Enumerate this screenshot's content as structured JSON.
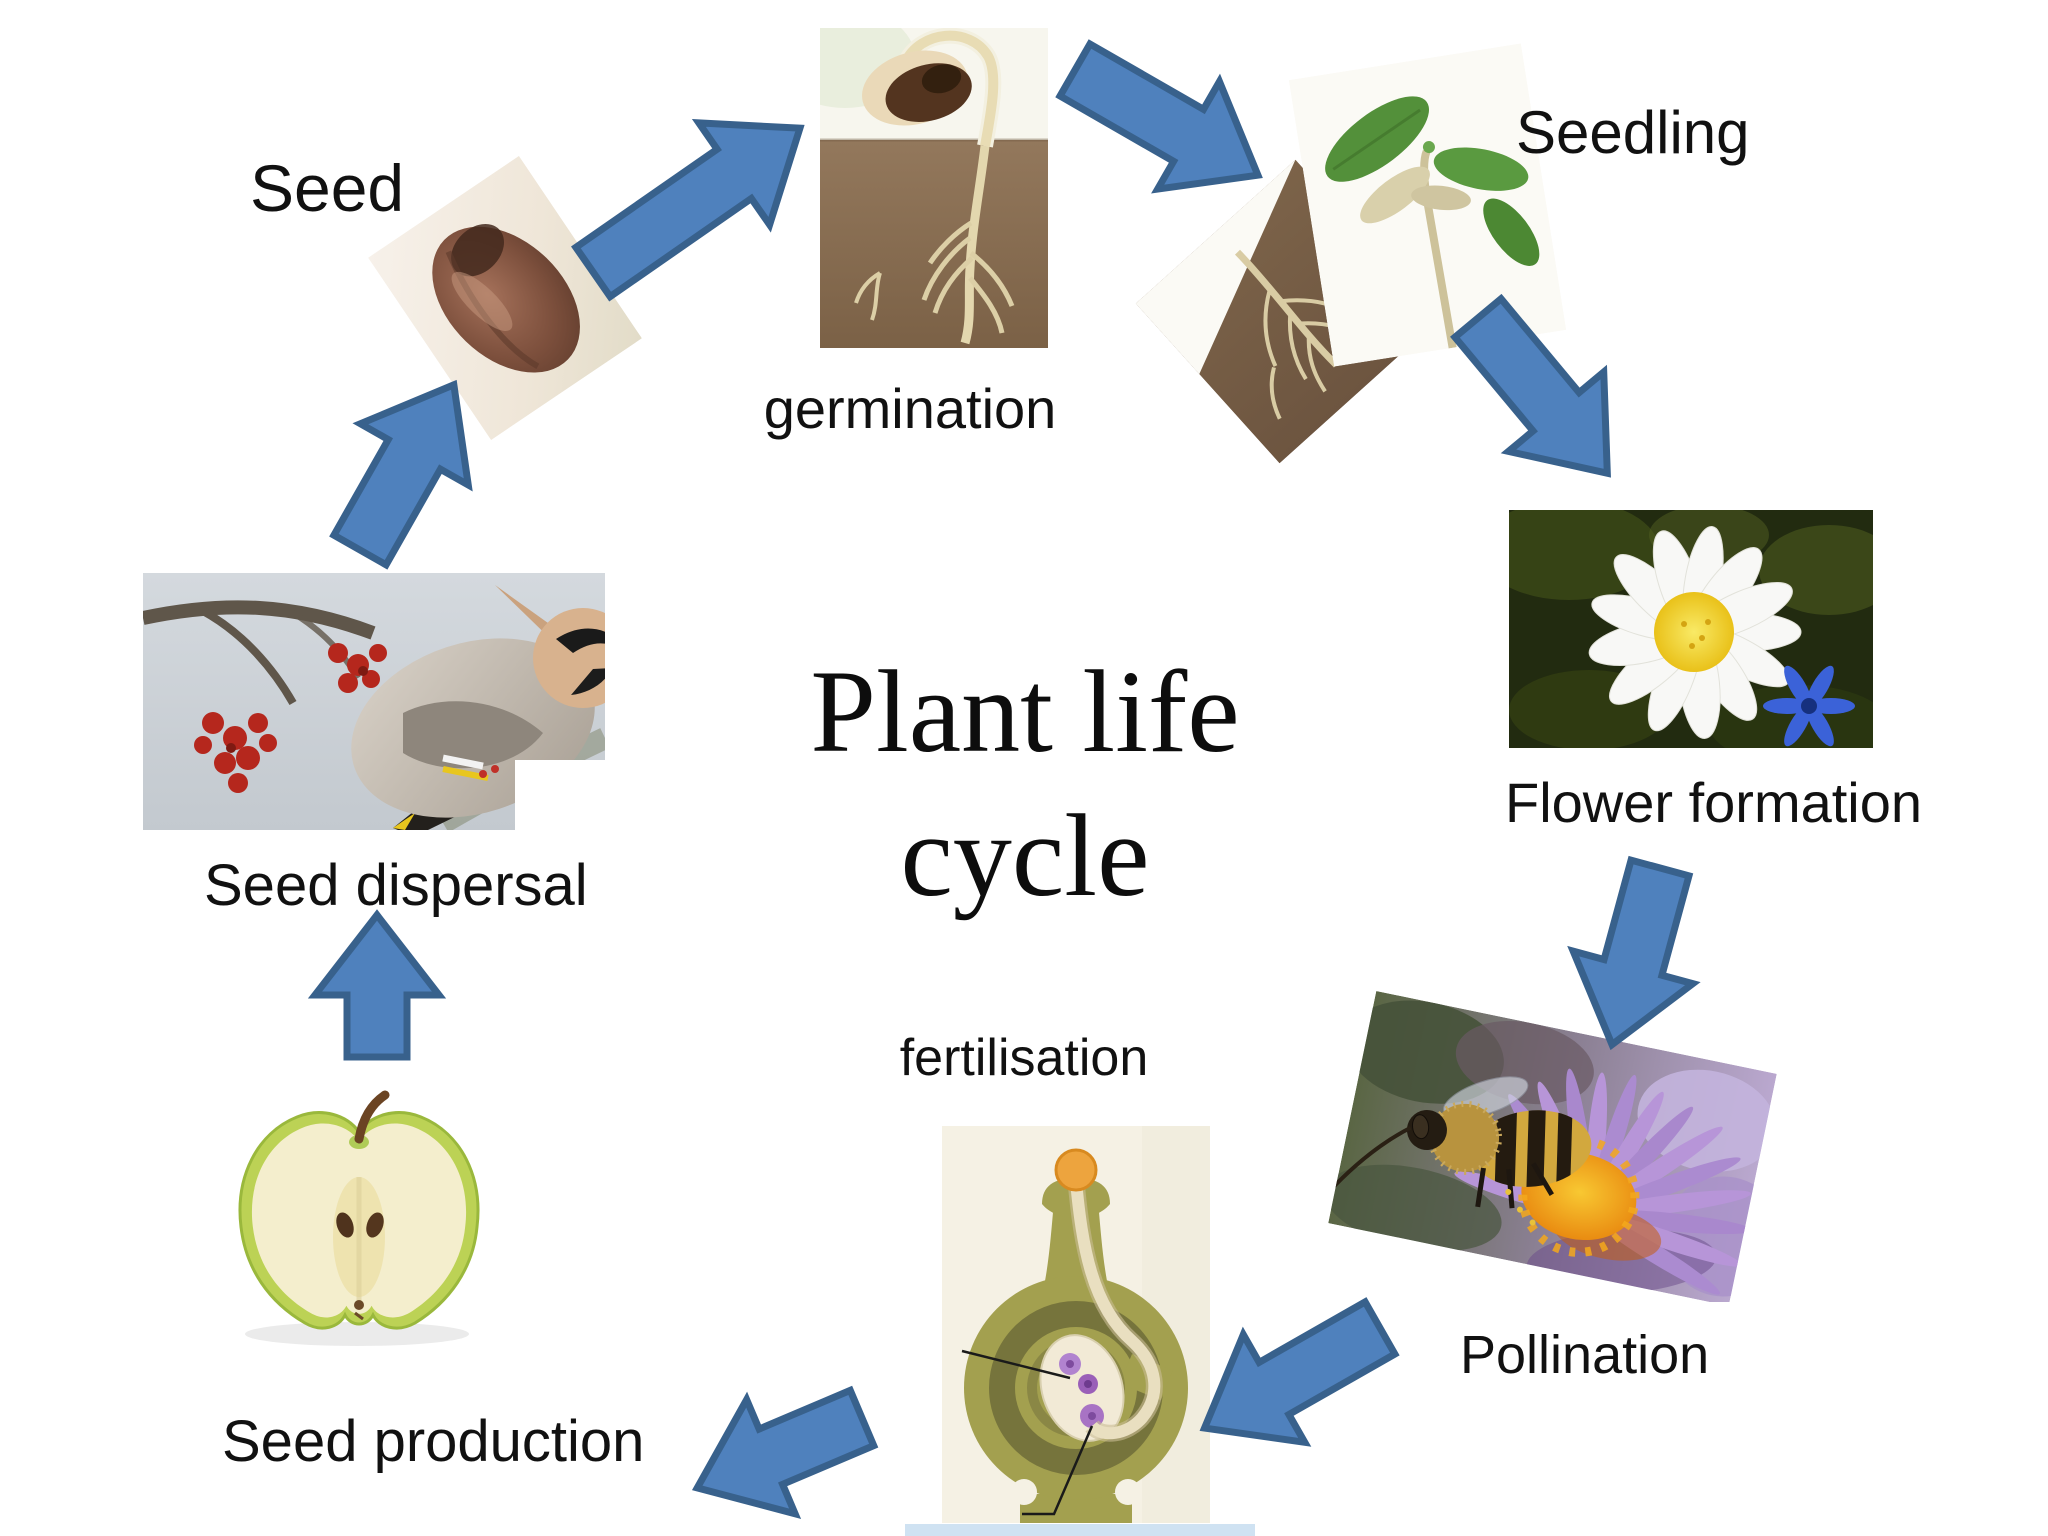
{
  "title": {
    "line1": "Plant life",
    "line2": "cycle"
  },
  "stages": {
    "seed": {
      "label": "Seed",
      "alt": "photo of a brown seed"
    },
    "germination": {
      "label": "germination",
      "alt": "drawing of a germinating seed with a root growing down into soil"
    },
    "seedling": {
      "label": "Seedling",
      "alt": "photo of a seedling with green leaves above soil and roots below"
    },
    "flower_formation": {
      "label": "Flower formation",
      "alt": "photo of a white daisy flower with yellow centre"
    },
    "pollination": {
      "label": "Pollination",
      "alt": "photo of a honey bee on a purple aster flower"
    },
    "fertilisation": {
      "label": "fertilisation",
      "alt": "diagram of a carpel with pollen tube reaching the ovule"
    },
    "seed_production": {
      "label": "Seed production",
      "alt": "photo of a green apple cut in half showing seeds"
    },
    "seed_dispersal": {
      "label": "Seed dispersal",
      "alt": "photo of a waxwing bird eating red berries"
    }
  },
  "cycle_sequence": [
    "Seed",
    "germination",
    "Seedling",
    "Flower formation",
    "Pollination",
    "fertilisation",
    "Seed production",
    "Seed dispersal"
  ],
  "colors": {
    "background": "#ffffff",
    "text": "#111111",
    "arrow_fill": "#4f81bd",
    "arrow_border": "#38618c"
  }
}
